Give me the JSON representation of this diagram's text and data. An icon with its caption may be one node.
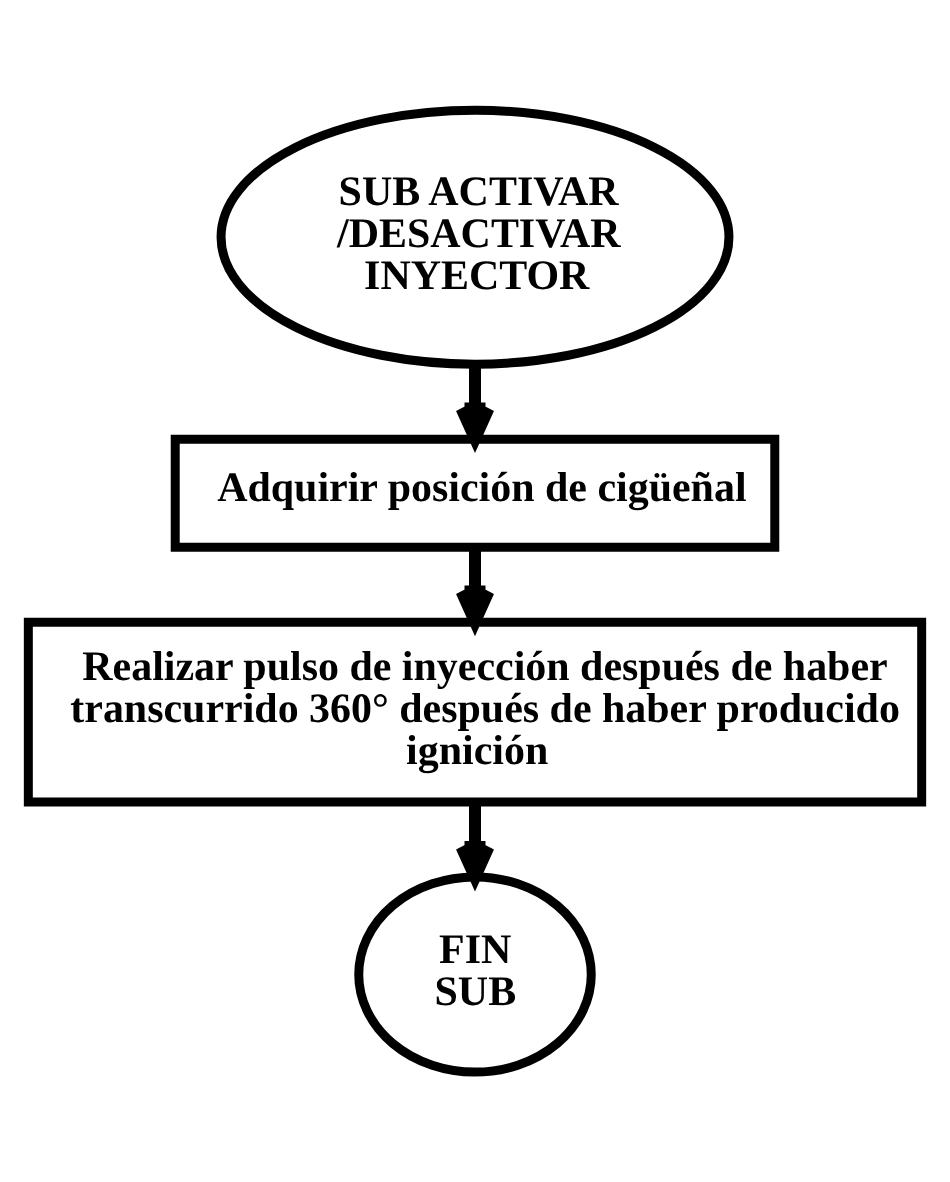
{
  "diagram": {
    "nodes": [
      {
        "text": [
          "SUB ACTIVAR /DESACTIVAR INYECTOR"
        ]
      },
      {
        "text": [
          "Adquirir posición de cigüeñal"
        ]
      },
      {
        "text": [
          "Realizar pulso de inyección después de haber transcurrido 360° después de haber producido ignición"
        ]
      },
      {
        "text": [
          "FIN SUB"
        ]
      }
    ],
    "edges": [
      {
        "from": 0,
        "to": 1,
        "arrow": "to"
      },
      {
        "from": 1,
        "to": 2,
        "arrow": "to"
      },
      {
        "from": 2,
        "to": 3,
        "arrow": "to"
      }
    ]
  }
}
